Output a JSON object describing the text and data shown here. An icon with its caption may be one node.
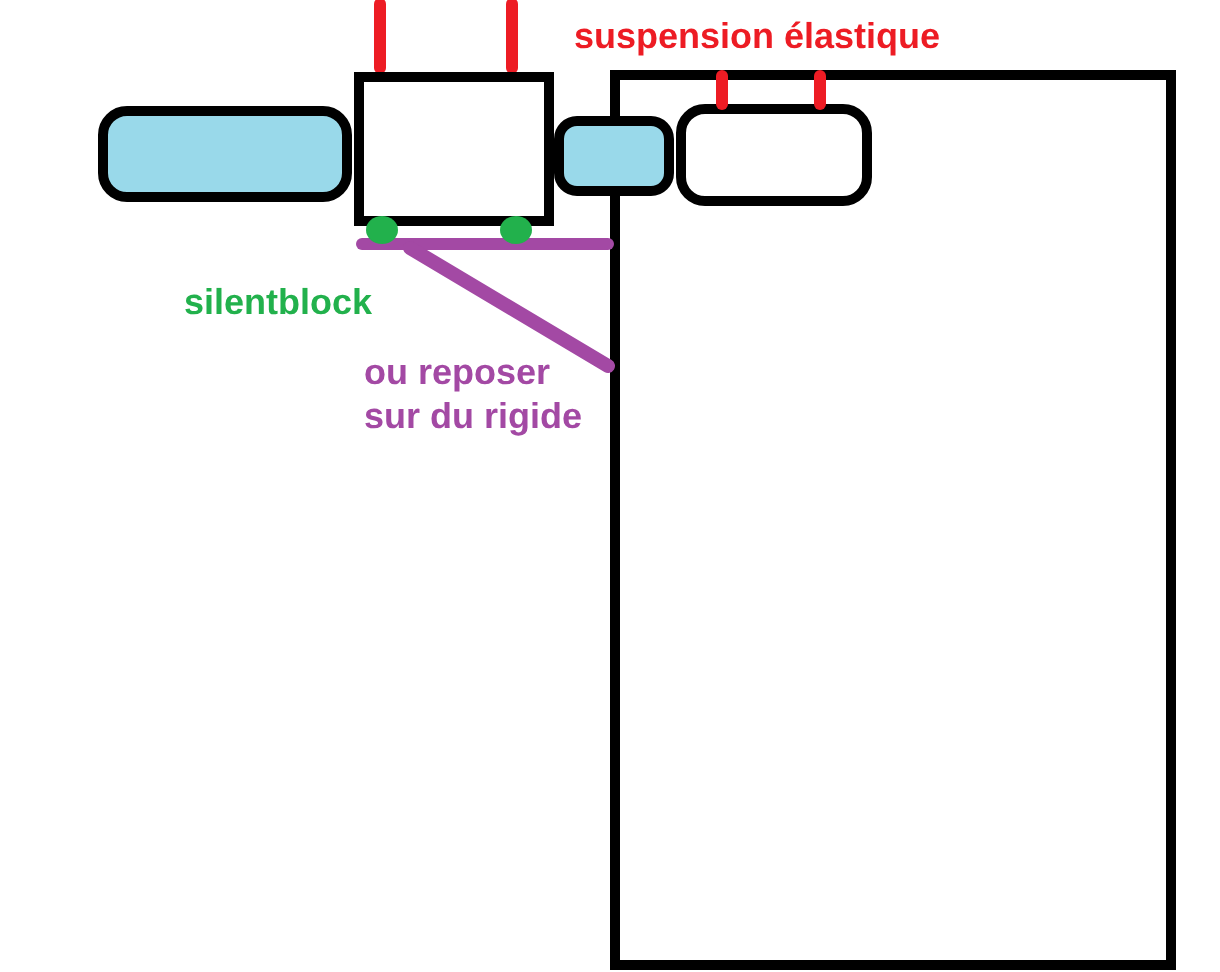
{
  "diagram": {
    "labels": [
      "suspension élastique",
      "silentblock",
      "ou reposer sur du rigide"
    ]
  }
}
